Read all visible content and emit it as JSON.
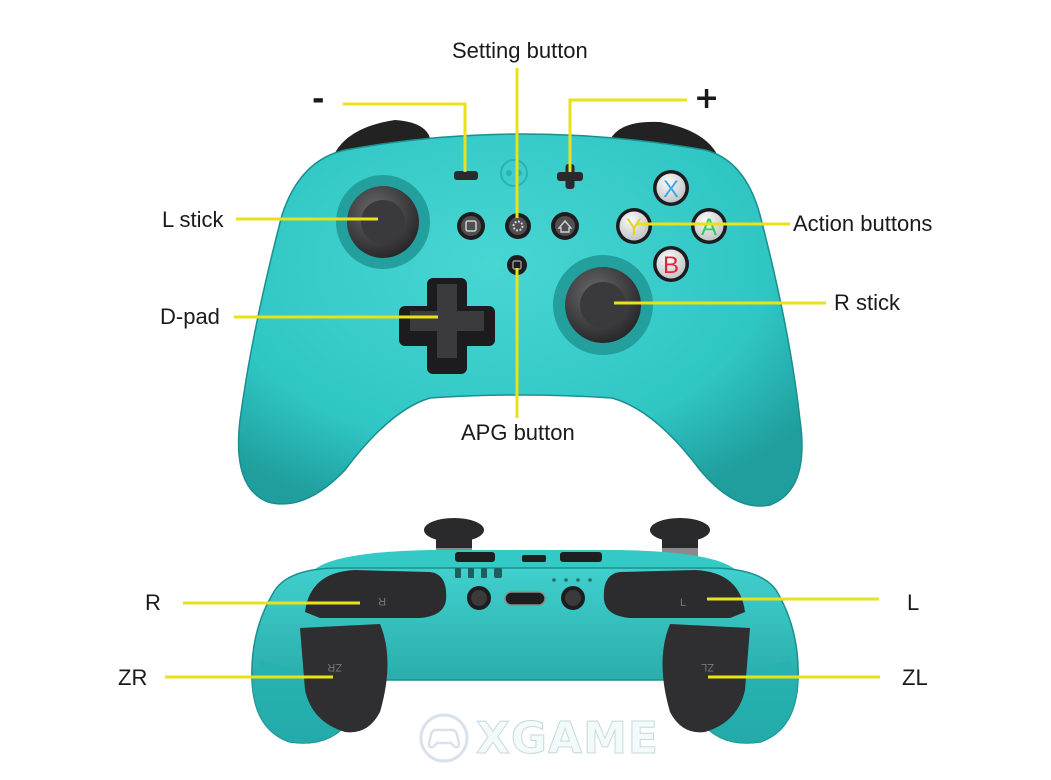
{
  "labels": {
    "minus": "-",
    "plus": "+",
    "setting": "Setting button",
    "l_stick": "L stick",
    "action": "Action buttons",
    "dpad": "D-pad",
    "r_stick": "R stick",
    "apg": "APG button",
    "r_bumper": "R",
    "l_bumper": "L",
    "zr": "ZR",
    "zl": "ZL"
  },
  "buttons": {
    "x": "X",
    "y": "Y",
    "a": "A",
    "b": "B"
  },
  "back_marks": {
    "r": "R",
    "zr": "ZR",
    "l": "L",
    "zl": "ZL"
  },
  "watermark": "XGAME",
  "colors": {
    "body": "#2fc6c4",
    "body_dark": "#1f9e9d",
    "black_part": "#2c2c2e",
    "leader": "#e9e21b",
    "btn_x": "#3aa7e8",
    "btn_y": "#e3d51e",
    "btn_a": "#2fcf52",
    "btn_b": "#e0263a"
  },
  "icons": [
    "gamepad-icon",
    "home-icon",
    "gear-icon",
    "screenshot-icon",
    "usb-c-port-icon"
  ]
}
